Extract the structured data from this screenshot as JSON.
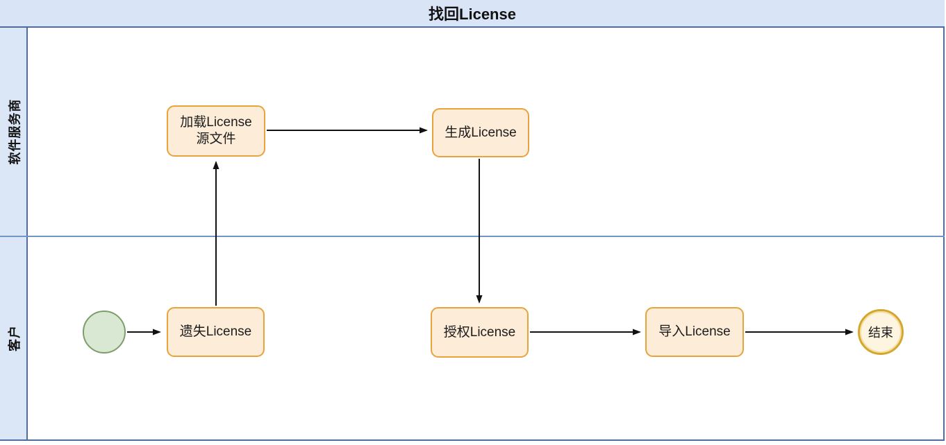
{
  "diagram": {
    "title": "找回License",
    "type": "swimlane-flowchart",
    "lanes": [
      {
        "id": "provider",
        "label": "软件服务商"
      },
      {
        "id": "customer",
        "label": "客户"
      }
    ],
    "nodes": {
      "start": {
        "kind": "start-event",
        "label": "",
        "lane": "customer"
      },
      "lost": {
        "kind": "task",
        "label": "遗失License",
        "lane": "customer"
      },
      "load_source": {
        "kind": "task",
        "label": "加载License\n源文件",
        "lane": "provider"
      },
      "generate": {
        "kind": "task",
        "label": "生成License",
        "lane": "provider"
      },
      "authorize": {
        "kind": "task",
        "label": "授权License",
        "lane": "customer"
      },
      "import": {
        "kind": "task",
        "label": "导入License",
        "lane": "customer"
      },
      "end": {
        "kind": "end-event",
        "label": "结束",
        "lane": "customer"
      }
    },
    "edges": [
      {
        "from": "start",
        "to": "lost"
      },
      {
        "from": "lost",
        "to": "load_source"
      },
      {
        "from": "load_source",
        "to": "generate"
      },
      {
        "from": "generate",
        "to": "authorize"
      },
      {
        "from": "authorize",
        "to": "import"
      },
      {
        "from": "import",
        "to": "end"
      }
    ],
    "colors": {
      "lane_header_fill": "#d9e5f6",
      "lane_label_fill": "#dbe6f7",
      "frame_border": "#4e6d9c",
      "lane_divider": "#6f97c6",
      "task_fill": "#fcecd8",
      "task_border": "#e9a33c",
      "start_fill": "#d9e8d2",
      "start_border": "#7c9e6b",
      "end_fill": "#fdf5df",
      "end_border": "#d4a62a",
      "arrow": "#111111",
      "text": "#1c1c1c"
    }
  }
}
